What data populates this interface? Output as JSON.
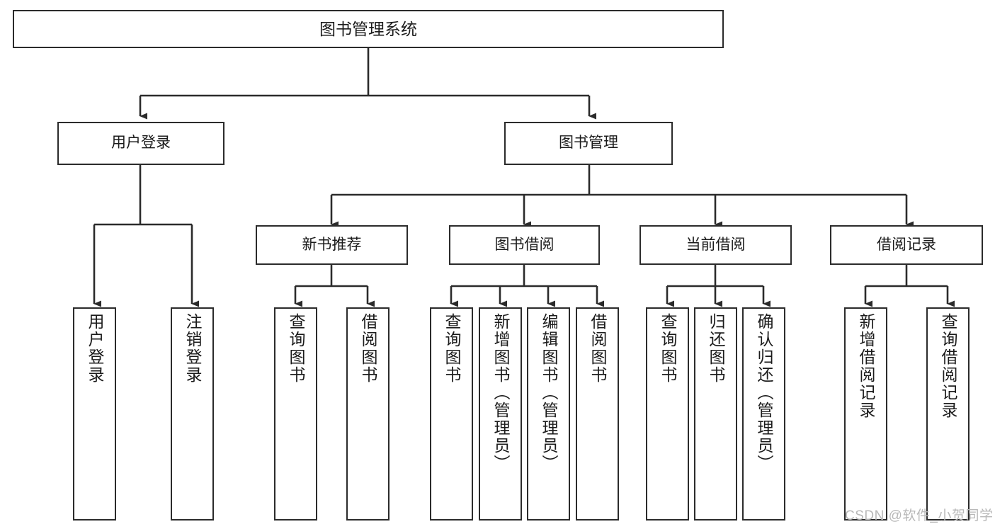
{
  "diagram": {
    "title": "图书管理系统",
    "type": "tree-hierarchy-chart",
    "colors": {
      "stroke": "#2b2b2b",
      "fill": "#ffffff",
      "text": "#1b1b1b",
      "watermark": "#b8b8b8"
    },
    "root": {
      "label": "图书管理系统"
    },
    "level1": [
      {
        "label": "用户登录"
      },
      {
        "label": "图书管理"
      }
    ],
    "level2": [
      {
        "label": "新书推荐"
      },
      {
        "label": "图书借阅"
      },
      {
        "label": "当前借阅"
      },
      {
        "label": "借阅记录"
      }
    ],
    "leaves": {
      "user_login": [
        {
          "label": "用户登录"
        },
        {
          "label": "注销登录"
        }
      ],
      "new_book_recommend": [
        {
          "label": "查询图书"
        },
        {
          "label": "借阅图书"
        }
      ],
      "book_borrow": [
        {
          "label": "查询图书"
        },
        {
          "label": "新增图书（管理员）"
        },
        {
          "label": "编辑图书（管理员）"
        },
        {
          "label": "借阅图书"
        }
      ],
      "current_borrow": [
        {
          "label": "查询图书"
        },
        {
          "label": "归还图书"
        },
        {
          "label": "确认归还（管理员）"
        }
      ],
      "borrow_record": [
        {
          "label": "新增借阅记录"
        },
        {
          "label": "查询借阅记录"
        }
      ]
    },
    "watermark": "CSDN @软件_小贺同学"
  }
}
